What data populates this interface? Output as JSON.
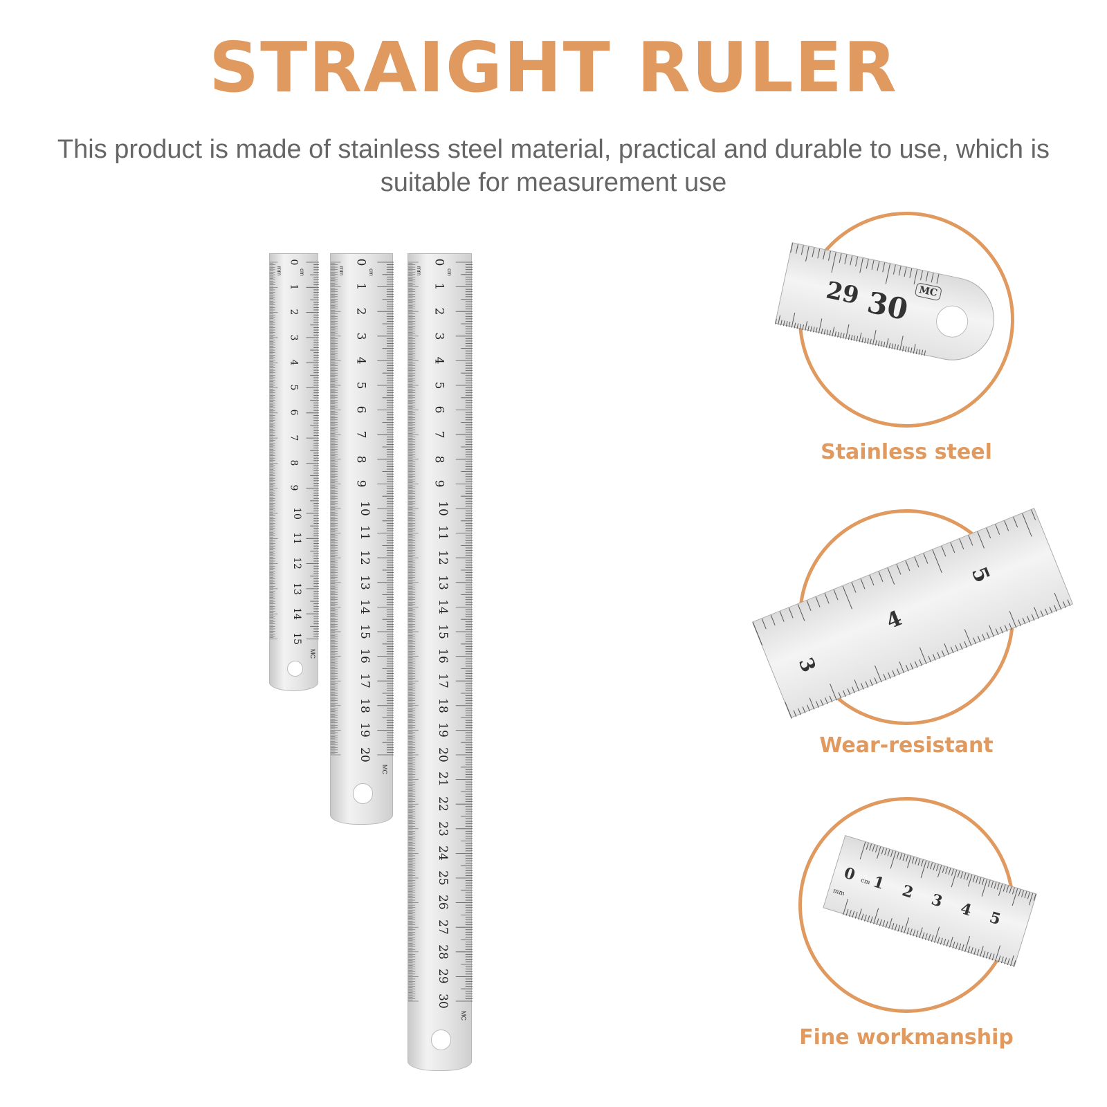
{
  "colors": {
    "accent": "#e0995e"
  },
  "header": {
    "title": "STRAIGHT RULER",
    "subtitle": "This product is made of stainless steel material, practical and durable to use, which is suitable for measurement use"
  },
  "rulers": [
    {
      "length_cm": 15,
      "unit_cm": "cm",
      "unit_mm": "mm",
      "brand_mark": "MC"
    },
    {
      "length_cm": 20,
      "unit_cm": "cm",
      "unit_mm": "mm",
      "brand_mark": "MC"
    },
    {
      "length_cm": 30,
      "unit_cm": "cm",
      "unit_mm": "mm",
      "brand_mark": "MC"
    }
  ],
  "features": [
    {
      "label": "Stainless steel",
      "detail_numbers": [
        "29",
        "30"
      ],
      "detail_mark": "MC"
    },
    {
      "label": "Wear-resistant",
      "detail_numbers": [
        "3",
        "4",
        "5"
      ]
    },
    {
      "label": "Fine workmanship",
      "detail_numbers": [
        "0",
        "1",
        "2",
        "3",
        "4",
        "5"
      ],
      "detail_units": [
        "cm",
        "mm"
      ]
    }
  ]
}
